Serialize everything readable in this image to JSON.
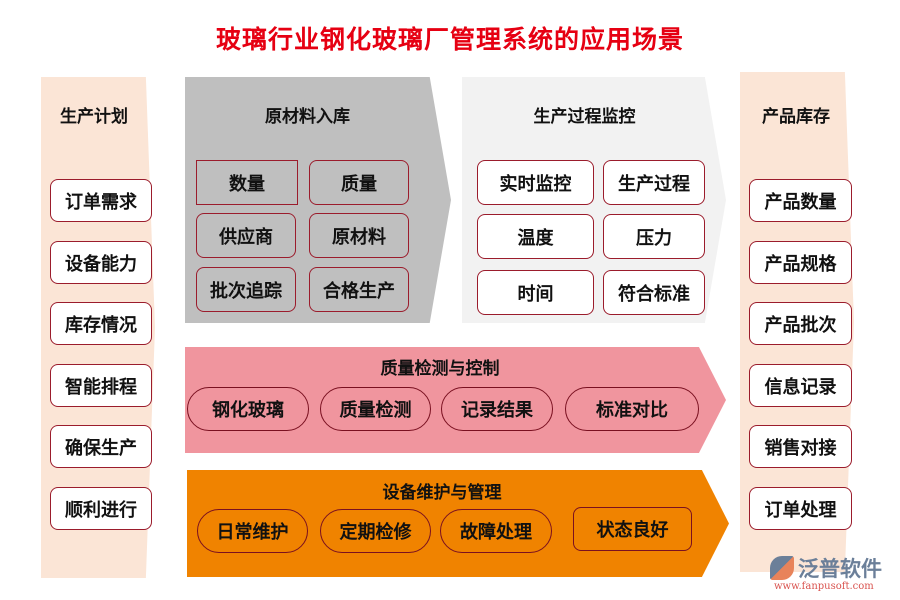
{
  "title": "玻璃行业钢化玻璃厂管理系统的应用场景",
  "left": {
    "title": "生产计划",
    "items": [
      "订单需求",
      "设备能力",
      "库存情况",
      "智能排程",
      "确保生产",
      "顺利进行"
    ]
  },
  "raw": {
    "title": "原材料入库",
    "items": [
      "数量",
      "质量",
      "供应商",
      "原材料",
      "批次追踪",
      "合格生产"
    ]
  },
  "monitor": {
    "title": "生产过程监控",
    "items": [
      "实时监控",
      "生产过程",
      "温度",
      "压力",
      "时间",
      "符合标准"
    ]
  },
  "quality": {
    "title": "质量检测与控制",
    "items": [
      "钢化玻璃",
      "质量检测",
      "记录结果",
      "标准对比"
    ]
  },
  "equip": {
    "title": "设备维护与管理",
    "items": [
      "日常维护",
      "定期检修",
      "故障处理",
      "状态良好"
    ]
  },
  "right": {
    "title": "产品库存",
    "items": [
      "产品数量",
      "产品规格",
      "产品批次",
      "信息记录",
      "销售对接",
      "订单处理"
    ]
  },
  "logo": {
    "name": "泛普软件",
    "url": "www.fanpusoft.com"
  },
  "colors": {
    "title": "#e60012",
    "peach": "#fbe5d6",
    "gray": "#bfbfbf",
    "lightgray": "#f2f2f2",
    "pink": "#f0959e",
    "orange": "#f08300"
  }
}
